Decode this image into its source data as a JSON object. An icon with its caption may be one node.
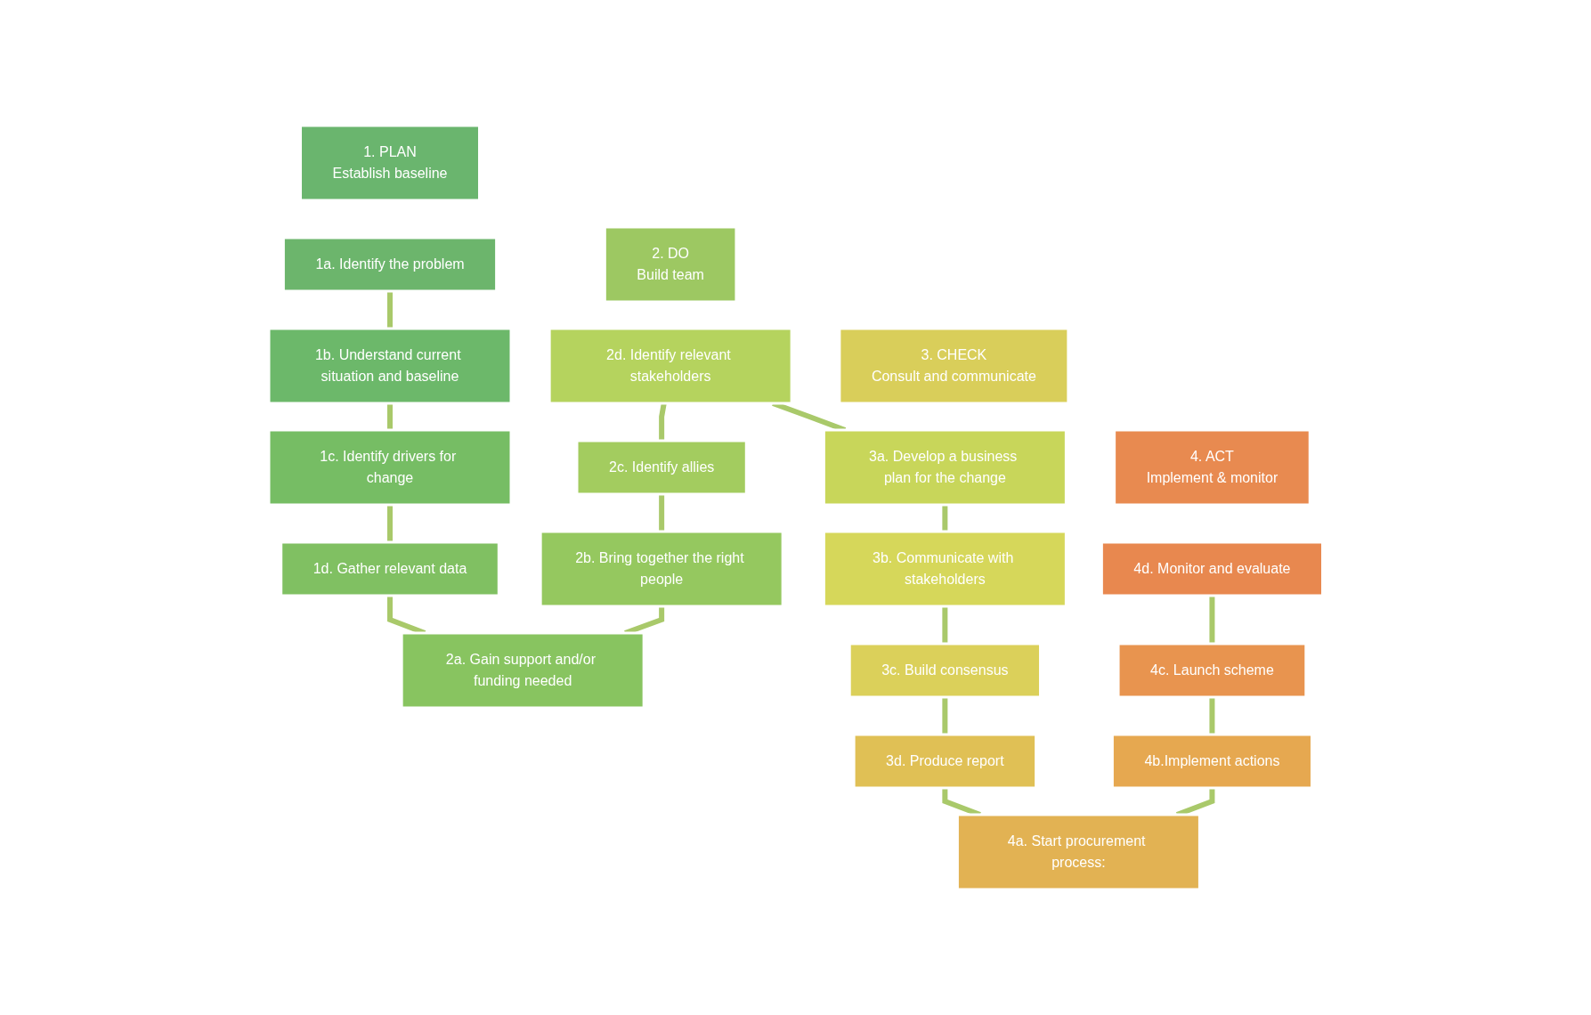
{
  "diagram": {
    "nodes": [
      {
        "text": [
          "1. PLAN",
          "Establish baseline"
        ]
      },
      {
        "text": [
          "2. DO",
          "Build team"
        ]
      },
      {
        "text": [
          "3. CHECK",
          "Consult and communicate"
        ]
      },
      {
        "text": [
          "4. ACT",
          "Implement & monitor"
        ]
      },
      {
        "text": [
          "1a. Identify the problem"
        ]
      },
      {
        "text": [
          "1b. Understand current situation and baseline"
        ]
      },
      {
        "text": [
          "1c. Identify drivers for change"
        ]
      },
      {
        "text": [
          "1d. Gather relevant data"
        ]
      },
      {
        "text": [
          "2d. Identify relevant stakeholders"
        ]
      },
      {
        "text": [
          "2c. Identify allies"
        ]
      },
      {
        "text": [
          "2b. Bring together the right people"
        ]
      },
      {
        "text": [
          "2a. Gain support and/or funding needed"
        ]
      },
      {
        "text": [
          "3a. Develop a business plan for the change"
        ]
      },
      {
        "text": [
          "3b. Communicate with stakeholders"
        ]
      },
      {
        "text": [
          "3c. Build consensus"
        ]
      },
      {
        "text": [
          "3d. Produce report"
        ]
      },
      {
        "text": [
          "4d. Monitor and evaluate"
        ]
      },
      {
        "text": [
          "4c. Launch scheme"
        ]
      },
      {
        "text": [
          "4b.Implement actions"
        ]
      },
      {
        "text": [
          "4a. Start procurement process:"
        ]
      }
    ],
    "edges": [
      {
        "from": 4,
        "to": 5,
        "arrow": "none"
      },
      {
        "from": 5,
        "to": 6,
        "arrow": "none"
      },
      {
        "from": 6,
        "to": 7,
        "arrow": "none"
      },
      {
        "from": 7,
        "to": 11,
        "arrow": "none"
      },
      {
        "from": 10,
        "to": 11,
        "arrow": "none"
      },
      {
        "from": 9,
        "to": 10,
        "arrow": "none"
      },
      {
        "from": 8,
        "to": 9,
        "arrow": "none"
      },
      {
        "from": 8,
        "to": 12,
        "arrow": "none"
      },
      {
        "from": 12,
        "to": 13,
        "arrow": "none"
      },
      {
        "from": 13,
        "to": 14,
        "arrow": "none"
      },
      {
        "from": 14,
        "to": 15,
        "arrow": "none"
      },
      {
        "from": 15,
        "to": 19,
        "arrow": "none"
      },
      {
        "from": 18,
        "to": 19,
        "arrow": "none"
      },
      {
        "from": 17,
        "to": 18,
        "arrow": "none"
      },
      {
        "from": 16,
        "to": 17,
        "arrow": "none"
      }
    ]
  }
}
